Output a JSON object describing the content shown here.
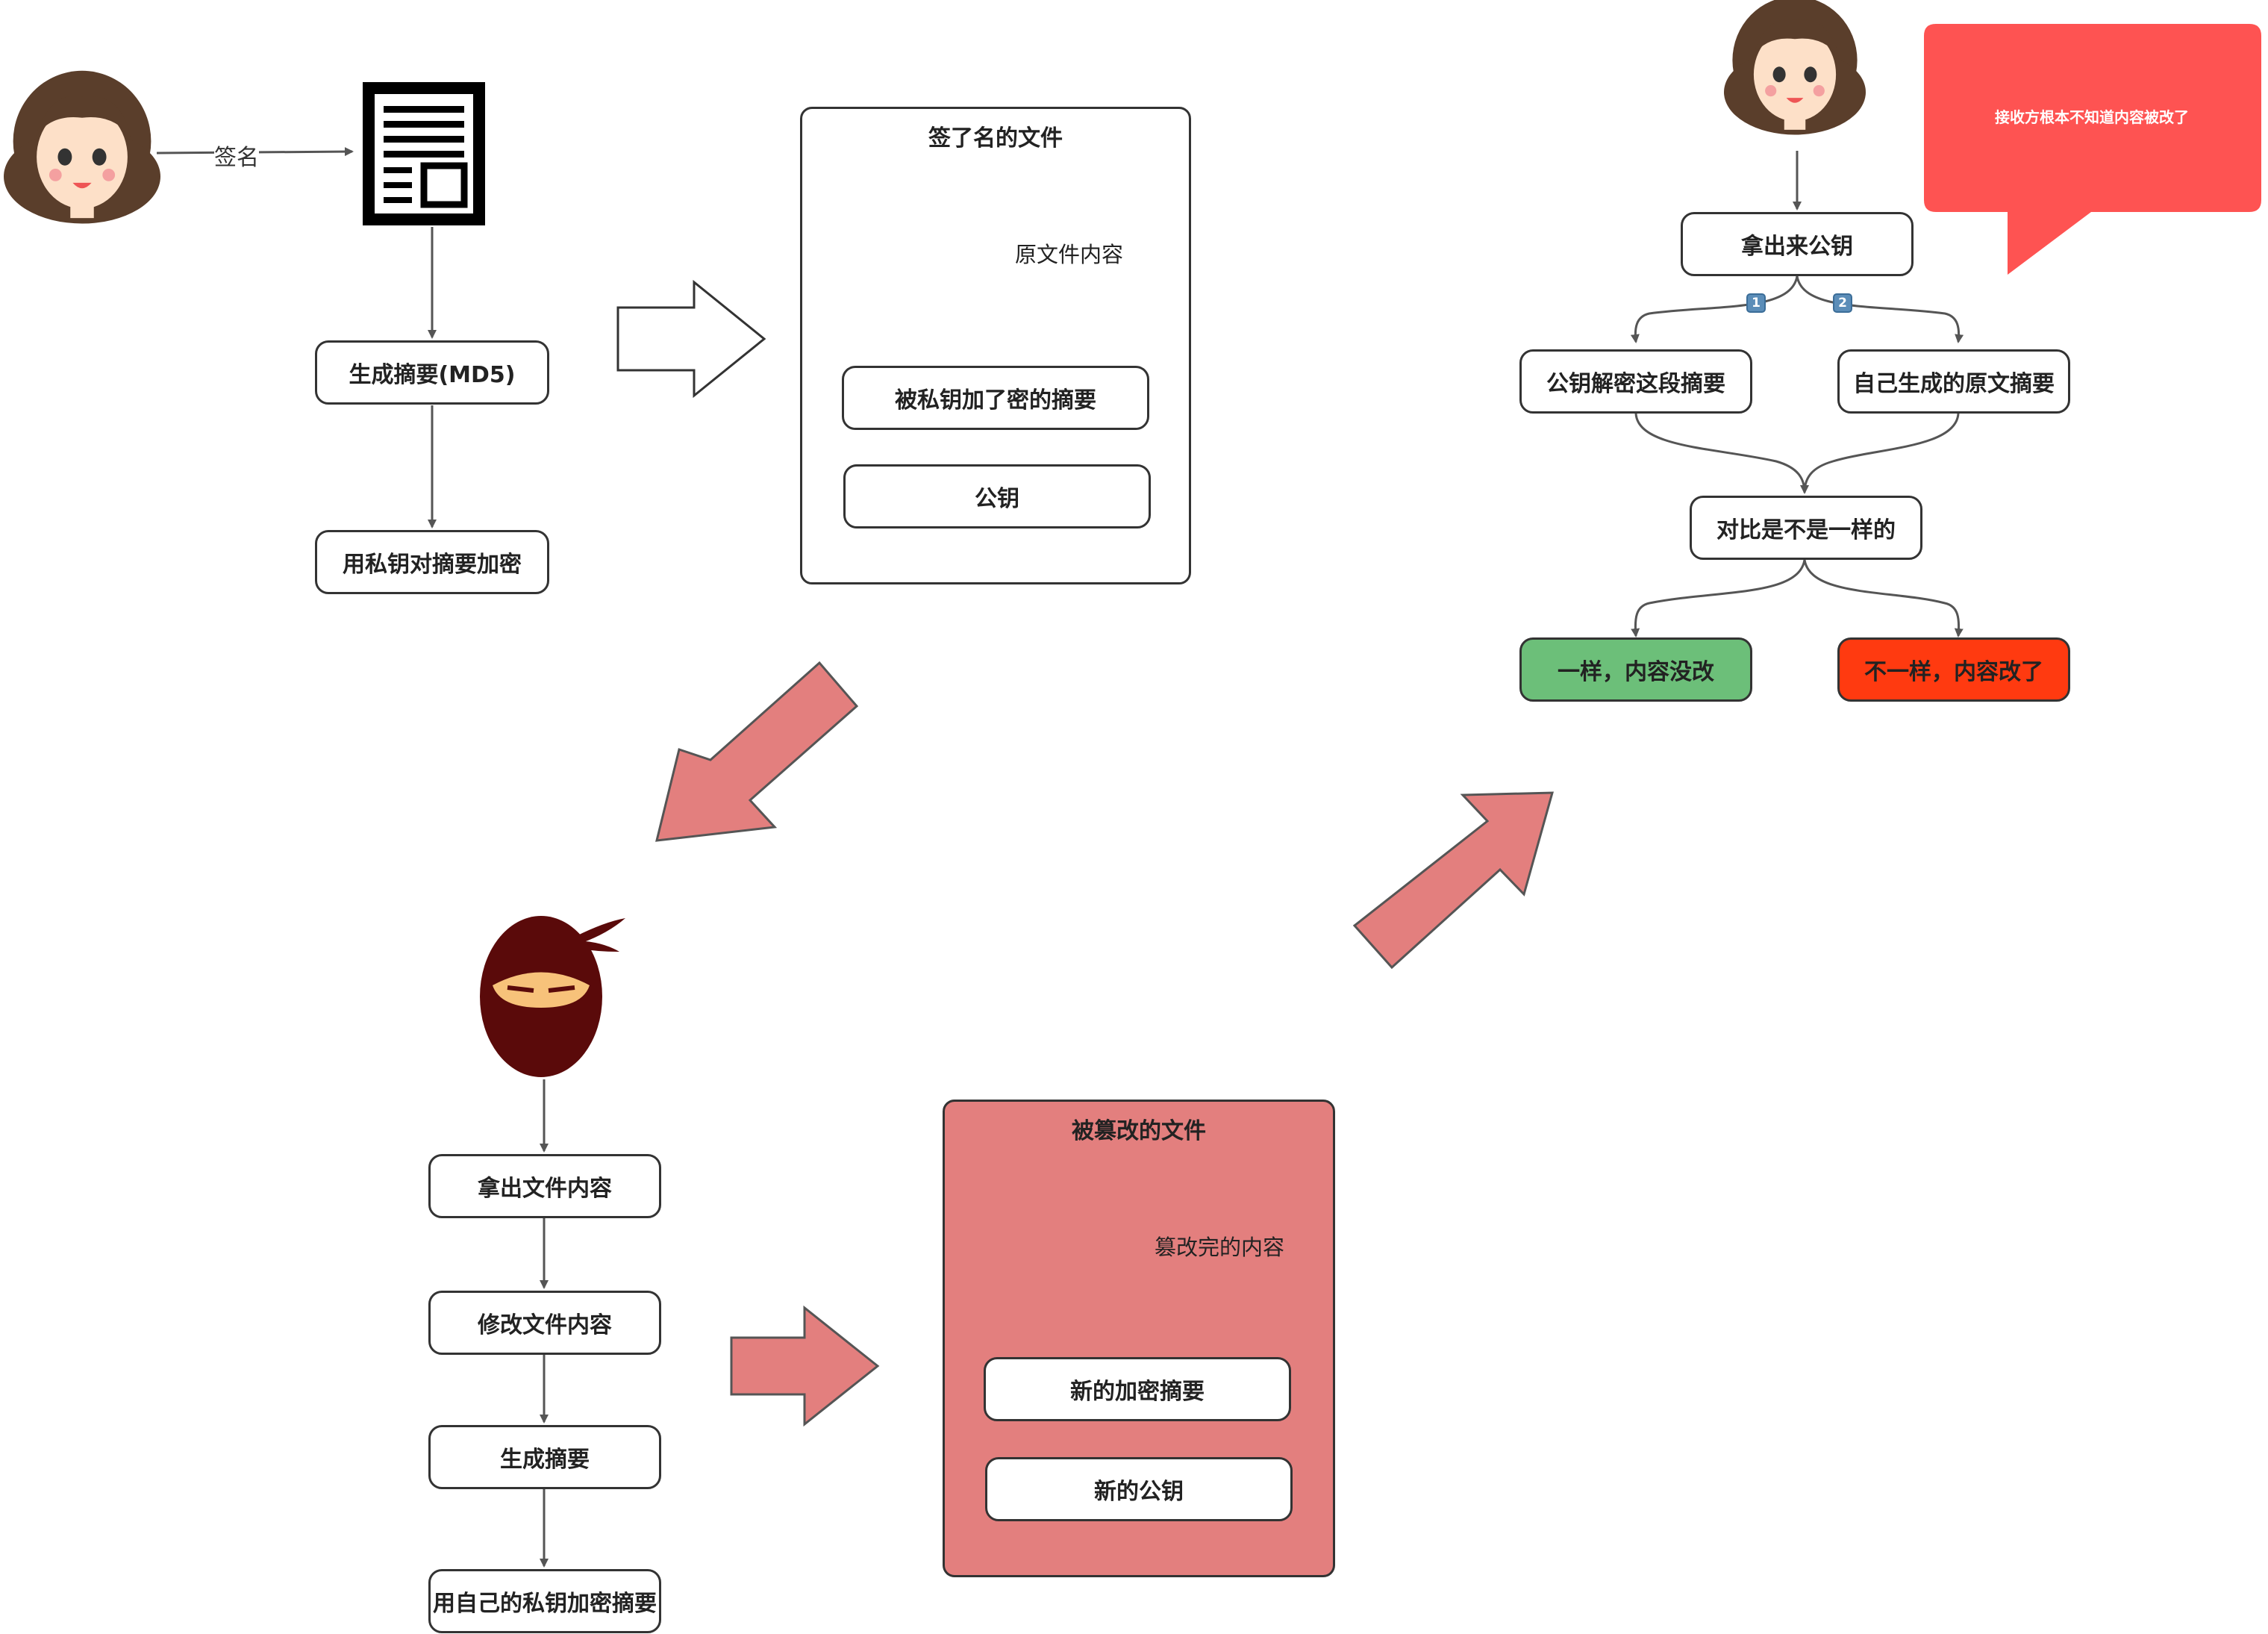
{
  "colors": {
    "tamper_fill": "#e37f7e",
    "same_fill": "#6cbf79",
    "diff_fill": "#ff3a10",
    "callout_fill": "#fe5352",
    "badge_fill": "#5b8db8"
  },
  "signer": {
    "avatar": "woman-avatar-icon",
    "sign_label": "签名",
    "document_icon": "document-icon",
    "steps": [
      "生成摘要(MD5)",
      "用私钥对摘要加密"
    ]
  },
  "signed_file": {
    "title": "签了名的文件",
    "content_label": "原文件内容",
    "items": [
      "被私钥加了密的摘要",
      "公钥"
    ]
  },
  "attacker": {
    "avatar": "ninja-icon",
    "steps": [
      "拿出文件内容",
      "修改文件内容",
      "生成摘要",
      "用自己的私钥加密摘要"
    ]
  },
  "tampered_file": {
    "title": "被篡改的文件",
    "content_label": "篡改完的内容",
    "items": [
      "新的加密摘要",
      "新的公钥"
    ]
  },
  "receiver": {
    "avatar": "woman-avatar-icon",
    "callout": "接收方根本不知道内容被改了",
    "get_key": "拿出来公钥",
    "branch_badges": [
      "1",
      "2"
    ],
    "branches": [
      "公钥解密这段摘要",
      "自己生成的原文摘要"
    ],
    "compare": "对比是不是一样的",
    "results": [
      "一样，内容没改",
      "不一样，内容改了"
    ]
  }
}
